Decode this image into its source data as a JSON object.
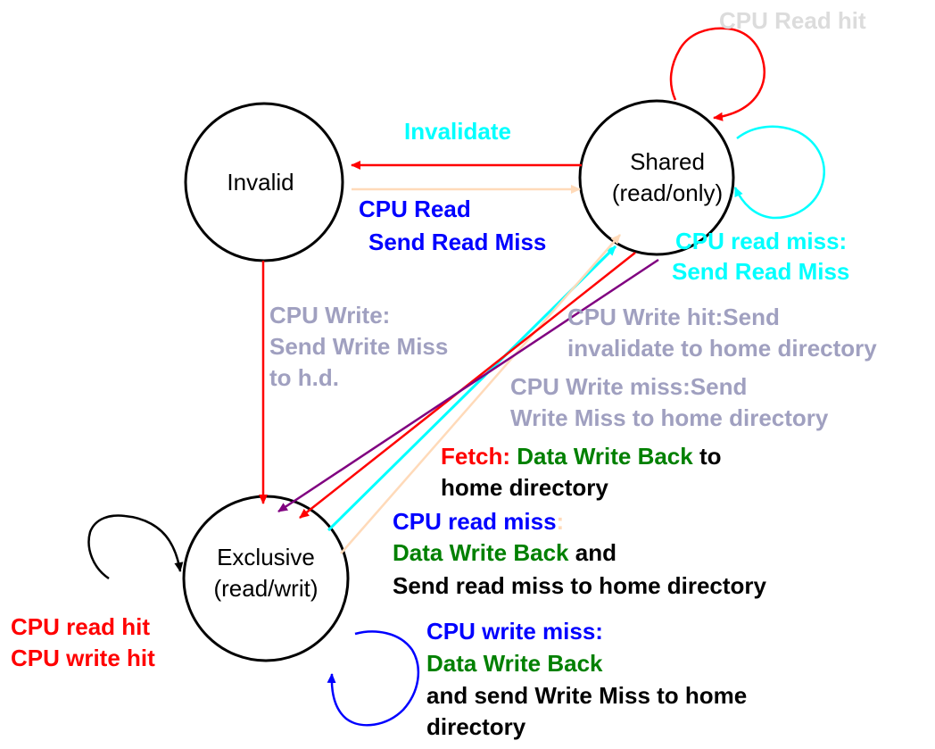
{
  "states": {
    "invalid": "Invalid",
    "shared_line1": "Shared",
    "shared_line2": "(read/only)",
    "exclusive_line1": "Exclusive",
    "exclusive_line2": "(read/writ)"
  },
  "labels": {
    "shared_read_hit": "CPU Read hit",
    "invalidate": "Invalidate",
    "cpu_read": "CPU Read",
    "send_read_miss": "Send Read Miss",
    "shared_read_miss_1": "CPU read miss:",
    "shared_read_miss_2": "Send Read Miss",
    "cpu_write_1": "CPU Write:",
    "cpu_write_2": "Send Write Miss",
    "cpu_write_3": "to h.d.",
    "write_hit_1": "CPU Write hit:Send",
    "write_hit_2": "invalidate to home directory",
    "write_miss_1": "CPU Write miss:Send",
    "write_miss_2": "Write Miss to home directory",
    "fetch_a": "Fetch:",
    "fetch_b": "Data Write Back",
    "fetch_c": "to",
    "fetch_2": "home directory",
    "excl_read_miss_a": "CPU read miss",
    "excl_read_miss_colon": ":",
    "excl_read_miss_2a": "Data Write Back",
    "excl_read_miss_2b": "and",
    "excl_read_miss_3": "Send read miss to home directory",
    "excl_hit_1": "CPU read hit",
    "excl_hit_2": "CPU write hit",
    "excl_write_miss_1": "CPU write miss:",
    "excl_write_miss_2": "Data Write Back",
    "excl_write_miss_3": "and send Write Miss to home",
    "excl_write_miss_4": "directory"
  },
  "colors": {
    "red": "#ff0000",
    "blue": "#0000ff",
    "cyan": "#00ffff",
    "grey_text": "#a0a0c0",
    "green": "#008000",
    "purple": "#800080",
    "peach": "#ffdab9"
  }
}
